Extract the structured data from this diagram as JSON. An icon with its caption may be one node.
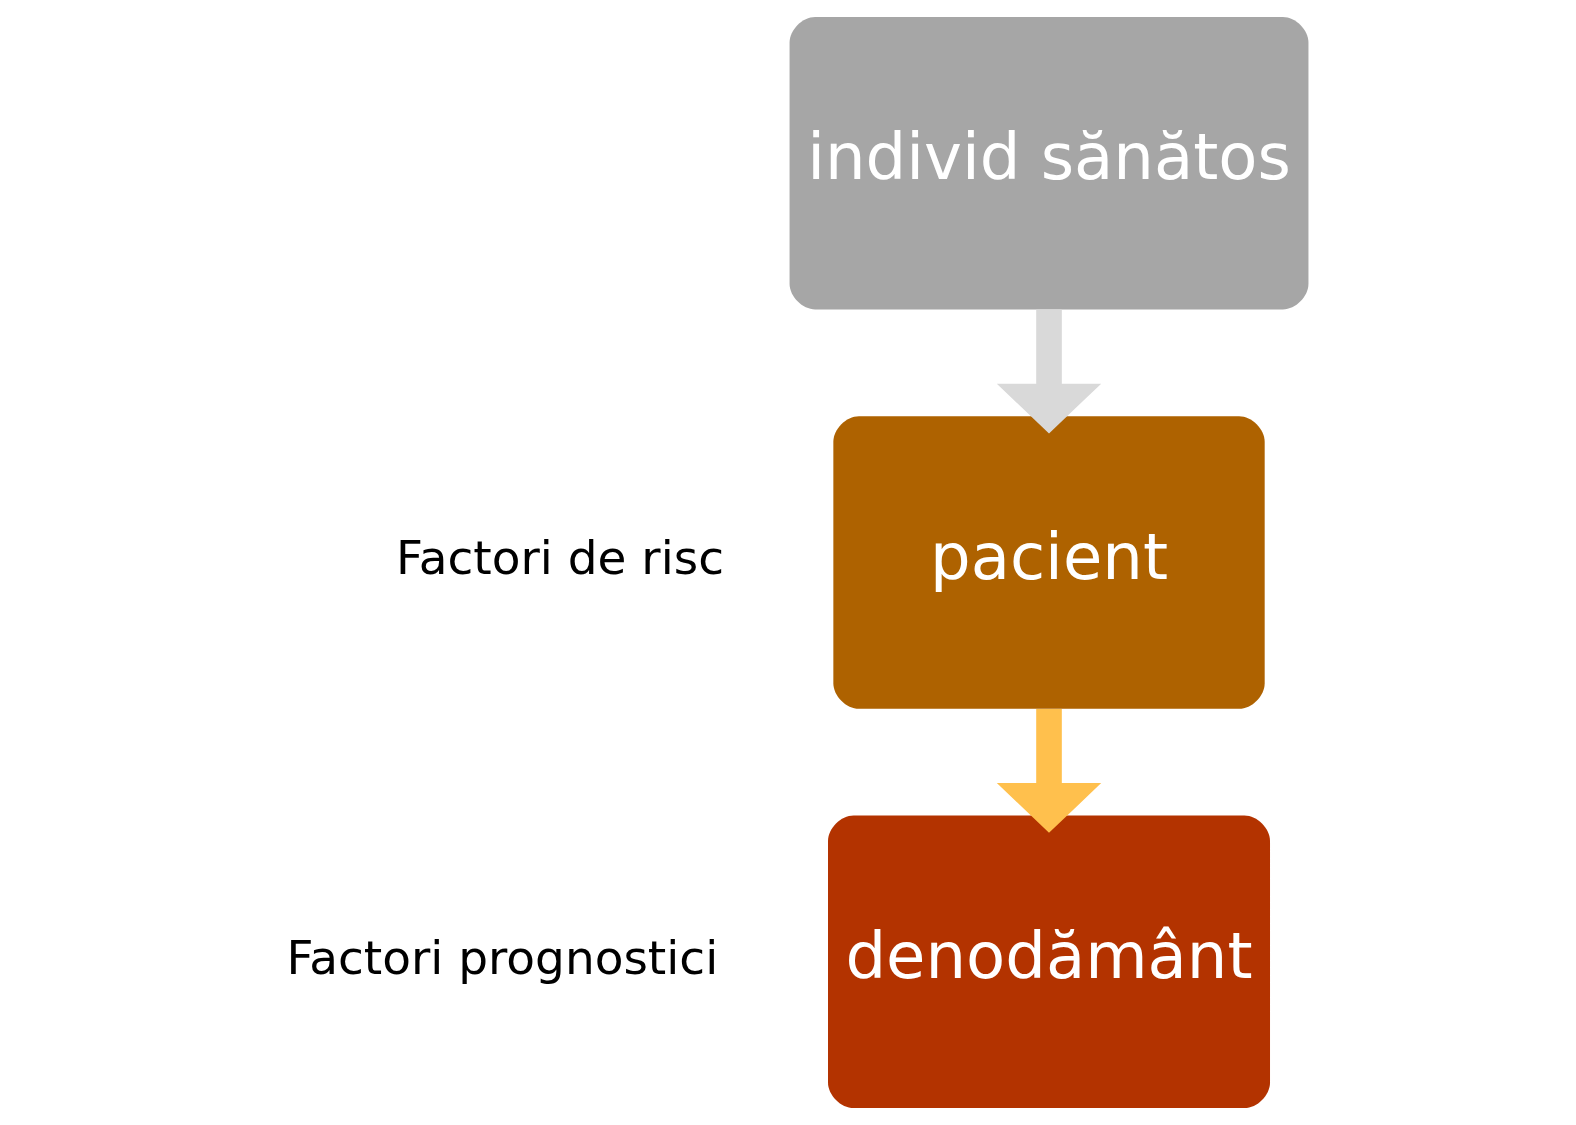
{
  "diagram": {
    "nodes": [
      {
        "text": [
          "individ sănătos"
        ]
      },
      {
        "text": [
          "pacient"
        ]
      },
      {
        "text": [
          "denodământ"
        ]
      }
    ],
    "edges": [
      {
        "from": 0,
        "to": 1,
        "arrow": "to",
        "color": "#d9d9d9"
      },
      {
        "from": 1,
        "to": 2,
        "arrow": "to",
        "color": "#ffc04d"
      }
    ],
    "labels": [
      "Factori de risc",
      "Factori prognostici"
    ]
  }
}
